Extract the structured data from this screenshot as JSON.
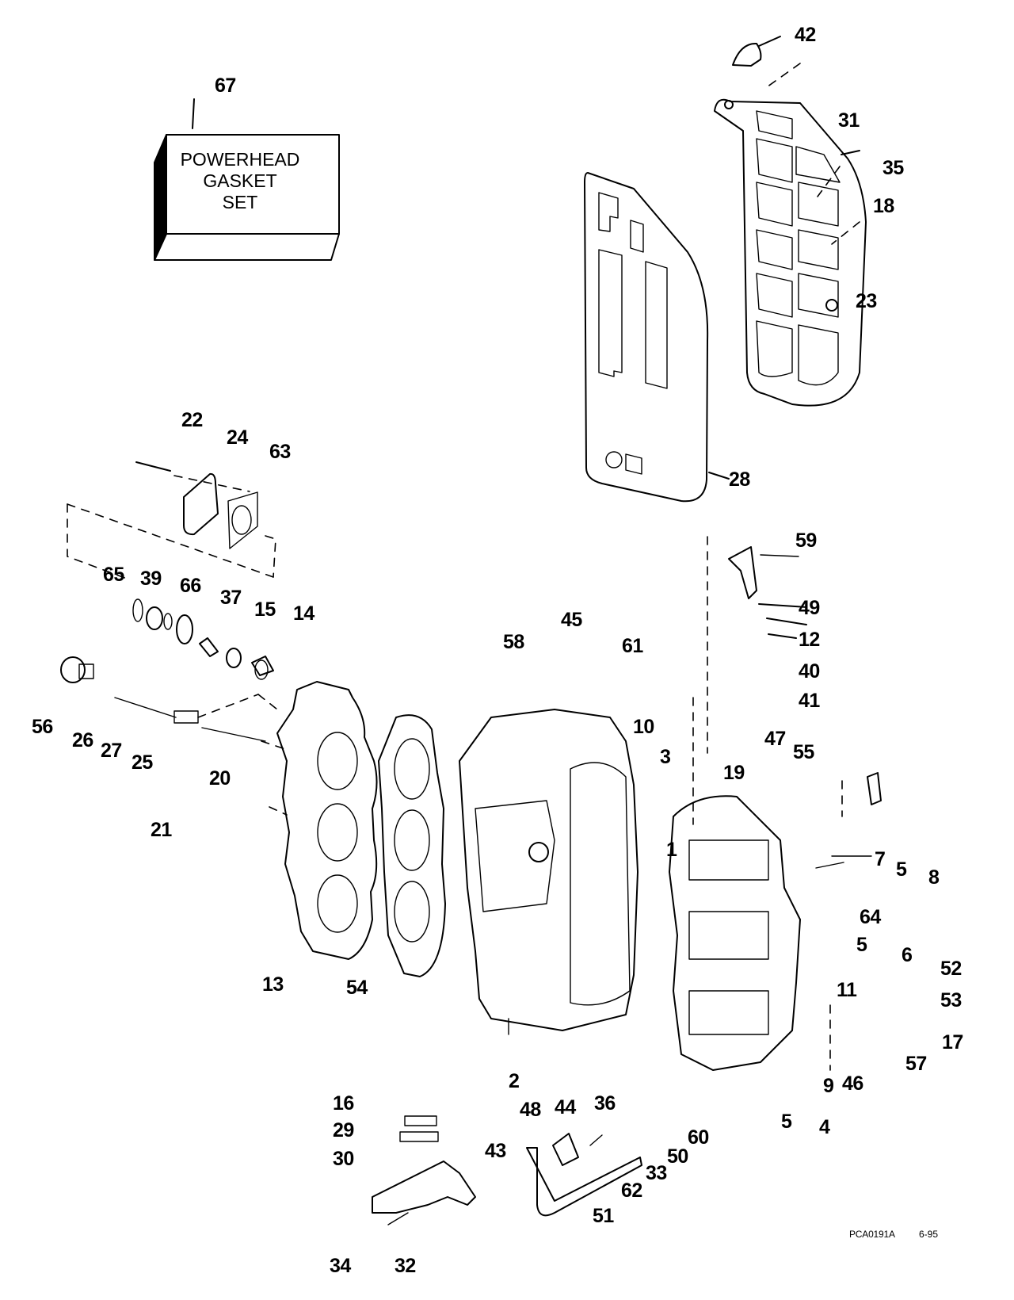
{
  "diagram": {
    "title": "Powerhead exploded parts diagram",
    "gasket_set_box": {
      "callout": "67",
      "lines": [
        "POWERHEAD",
        "GASKET",
        "SET"
      ]
    },
    "reference_code": "PCA0191A",
    "reference_date": "6-95",
    "callouts": {
      "c1": "1",
      "c2": "2",
      "c3": "3",
      "c4": "4",
      "c5a": "5",
      "c5b": "5",
      "c5c": "5",
      "c6": "6",
      "c7": "7",
      "c8": "8",
      "c9": "9",
      "c10": "10",
      "c11": "11",
      "c12": "12",
      "c13": "13",
      "c14": "14",
      "c15": "15",
      "c16": "16",
      "c17": "17",
      "c18": "18",
      "c19": "19",
      "c20": "20",
      "c21": "21",
      "c22": "22",
      "c23": "23",
      "c24": "24",
      "c25": "25",
      "c26": "26",
      "c27": "27",
      "c28": "28",
      "c29": "29",
      "c30": "30",
      "c31": "31",
      "c32": "32",
      "c33": "33",
      "c34": "34",
      "c35": "35",
      "c36": "36",
      "c37": "37",
      "c39": "39",
      "c40": "40",
      "c41": "41",
      "c42": "42",
      "c43": "43",
      "c44": "44",
      "c45": "45",
      "c46": "46",
      "c47": "47",
      "c48": "48",
      "c49": "49",
      "c50": "50",
      "c51": "51",
      "c52": "52",
      "c53": "53",
      "c54": "54",
      "c55": "55",
      "c56": "56",
      "c57": "57",
      "c58": "58",
      "c59": "59",
      "c60": "60",
      "c61": "61",
      "c62": "62",
      "c63": "63",
      "c64": "64",
      "c65": "65",
      "c66": "66",
      "c67": "67"
    }
  }
}
